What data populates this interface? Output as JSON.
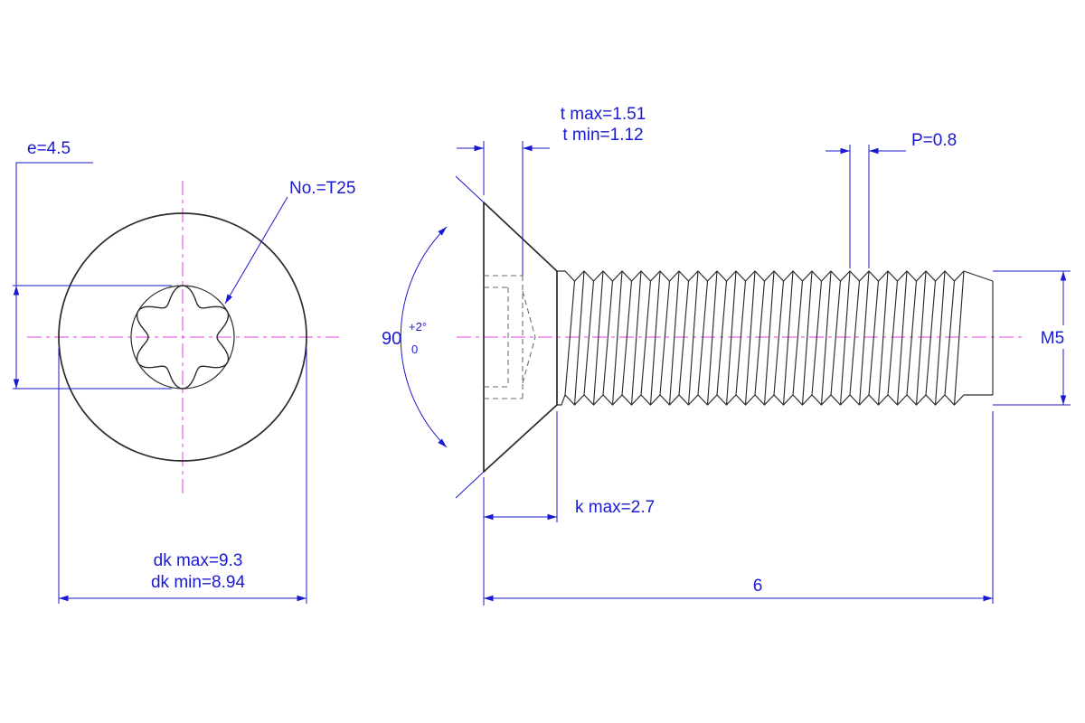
{
  "colors": {
    "dimension": "#1a1ad1",
    "centerline": "#ea3ce2",
    "outline": "#2b2b2b",
    "background": "#ffffff"
  },
  "front_view": {
    "e_dim": "e=4.5",
    "drive_label": "No.=T25",
    "dk_max": "dk max=9.3",
    "dk_min": "dk min=8.94"
  },
  "side_view": {
    "t_max": "t max=1.51",
    "t_min": "t min=1.12",
    "pitch": "P=0.8",
    "angle_value": "90",
    "angle_tol_upper": "+2°",
    "angle_tol_lower": "0",
    "thread_spec": "M5",
    "k_max": "k max=2.7",
    "length": "6"
  }
}
